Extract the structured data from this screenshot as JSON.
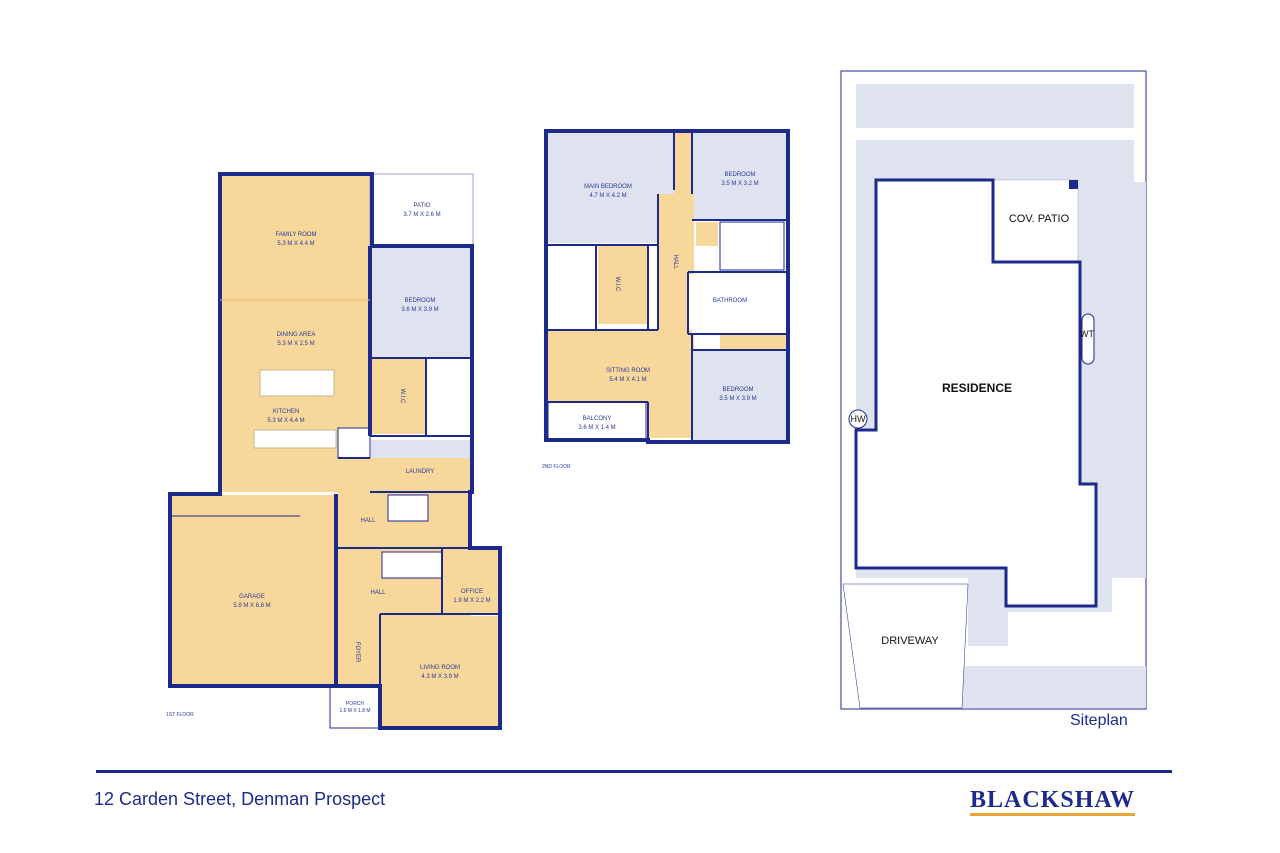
{
  "first_floor": {
    "label": "1ST FLOOR",
    "rooms": [
      {
        "name": "FAMILY ROOM",
        "size": "5.3 M X 4.4 M"
      },
      {
        "name": "PATIO",
        "size": "3.7 M X 2.6 M"
      },
      {
        "name": "DINING AREA",
        "size": "5.3 M X 2.5 M"
      },
      {
        "name": "BEDROOM",
        "size": "3.6 M X 3.9 M"
      },
      {
        "name": "KITCHEN",
        "size": "5.3 M X 4.4 M"
      },
      {
        "name": "W.I.C",
        "size": ""
      },
      {
        "name": "LAUNDRY",
        "size": ""
      },
      {
        "name": "HALL",
        "size": ""
      },
      {
        "name": "GARAGE",
        "size": "5.9 M X 6.8 M"
      },
      {
        "name": "HALL",
        "size": ""
      },
      {
        "name": "OFFICE",
        "size": "1.9 M X 2.2 M"
      },
      {
        "name": "FOYER",
        "size": ""
      },
      {
        "name": "LIVING ROOM",
        "size": "4.3 M X 3.9 M"
      },
      {
        "name": "PORCH",
        "size": "1.6 M X 1.8 M"
      }
    ]
  },
  "second_floor": {
    "label": "2ND FLOOR",
    "rooms": [
      {
        "name": "MAIN BEDROOM",
        "size": "4.7 M X 4.2 M"
      },
      {
        "name": "BEDROOM",
        "size": "3.5 M X 3.2 M"
      },
      {
        "name": "W.I.C",
        "size": ""
      },
      {
        "name": "HALL",
        "size": ""
      },
      {
        "name": "BATHROOM",
        "size": ""
      },
      {
        "name": "SITTING ROOM",
        "size": "5.4 M X 4.1 M"
      },
      {
        "name": "BEDROOM",
        "size": "3.5 M X 3.9 M"
      },
      {
        "name": "BALCONY",
        "size": "3.6 M X 1.4 M"
      }
    ]
  },
  "siteplan": {
    "caption": "Siteplan",
    "residence": "RESIDENCE",
    "patio": "COV. PATIO",
    "driveway": "DRIVEWAY",
    "hw": "HW",
    "wt": "WT"
  },
  "footer": {
    "address": "12 Carden Street, Denman Prospect",
    "brand": "BLACKSHAW"
  },
  "colors": {
    "wall": "#1c2a8c",
    "room_fill": "#f8d79a",
    "bedroom_fill": "#dfe2ef",
    "brand_underline": "#e9a53a"
  }
}
